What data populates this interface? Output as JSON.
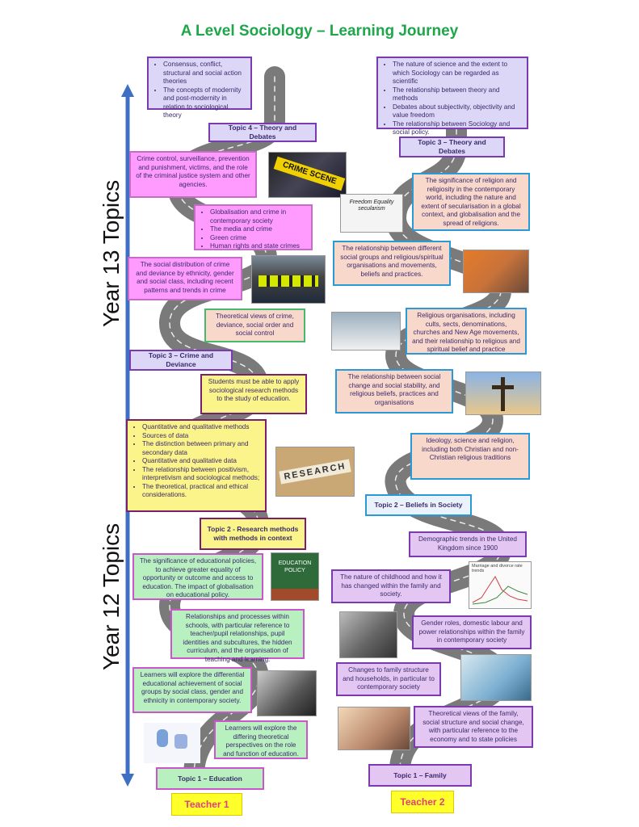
{
  "title": "A Level Sociology – Learning Journey",
  "year13": "Year 13 Topics",
  "year12": "Year 12 Topics",
  "teacher1": "Teacher 1",
  "teacher2": "Teacher 2",
  "left": {
    "t4_items": [
      "Consensus, conflict, structural and social action theories",
      "The concepts of modernity and post-modernity in relation to sociological theory"
    ],
    "t4_label": "Topic 4 – Theory and Debates",
    "crime_control": "Crime control, surveillance, prevention and punishment, victims, and the role of the criminal justice system and other agencies.",
    "crime_scene_text": "CRIME SCENE",
    "glob_items": [
      "Globalisation and crime in contemporary society",
      "The media and crime",
      "Green crime",
      "Human rights and state crimes"
    ],
    "social_dist": "The social distribution of crime and deviance by ethnicity, gender and social class, including recent patterns and trends in crime",
    "theoretical_crime": "Theoretical views of crime, deviance, social order and social control",
    "t3_label": "Topic 3 – Crime and Deviance",
    "apply_methods": "Students must be able to apply sociological research methods to the study of education.",
    "methods_items": [
      "Quantitative and qualitative methods",
      "Sources of data",
      "The distinction between primary and secondary data",
      "Quantitative and qualitative data",
      "The relationship between positivism, interpretivism and sociological methods;",
      "The theoretical, practical and ethical considerations."
    ],
    "research_text": "RESEARCH",
    "t2_label": "Topic 2 - Research methods with methods in context",
    "policies": "The significance of educational policies, to achieve greater equality of opportunity or outcome and access to education. The impact of globalisation on educational policy.",
    "education_policy_text": "EDUCATION POLICY",
    "relationships": "Relationships and processes within schools, with particular reference to teacher/pupil relationships, pupil identities and subcultures, the hidden curriculum, and the organisation of teaching and learning.",
    "differential": "Learners will explore the differential educational achievement of social groups by social class, gender and ethnicity in contemporary society.",
    "differing": "Learners will explore the differing theoretical perspectives on the role and function of education.",
    "t1_label": "Topic 1 – Education"
  },
  "right": {
    "science_items": [
      "The nature of science and the extent to which Sociology can be regarded as scientific",
      "The relationship between theory and methods",
      "Debates about subjectivity, objectivity and value freedom",
      "The relationship between Sociology and social policy."
    ],
    "t3_label": "Topic 3 – Theory and Debates",
    "religion_significance": "The significance of religion and religiosity in the contemporary world, including the nature and extent of secularisation in a global context, and globalisation and the spread of religions.",
    "freedom_text": "Freedom Equality secularism",
    "relationship_groups": "The relationship between different social groups and religious/spiritual organisations and movements, beliefs and practices.",
    "religious_orgs": "Religious organisations, including cults, sects, denominations, churches and New Age movements, and their relationship to religious and spiritual belief and practice",
    "social_change": "The relationship between social change and social stability, and religious beliefs, practices and organisations",
    "ideology": "Ideology, science and religion, including both Christian and non-Christian religious traditions",
    "t2_label": "Topic 2 – Beliefs in Society",
    "demographic": "Demographic trends in the United Kingdom since 1900",
    "childhood": "The nature of childhood and how it has changed within the family and society.",
    "chart_caption": "Marriage and divorce rate trends",
    "gender_roles": "Gender roles, domestic labour and power relationships within the family in contemporary society",
    "family_changes": "Changes to family structure and households, in particular to contemporary society",
    "theoretical_family": "Theoretical views of the family, social structure and social change, with particular reference to the economy and to state policies",
    "t1_label": "Topic 1 – Family"
  }
}
